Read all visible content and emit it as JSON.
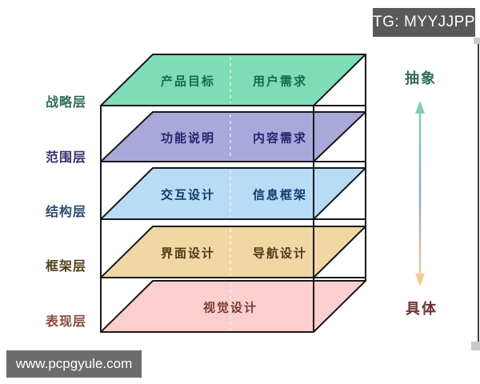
{
  "badge": {
    "text": "TG: MYYJJPP",
    "bg": "#58595b",
    "fg": "#ffffff"
  },
  "watermark": {
    "text": "www.pcpgyule.com",
    "bg": "#6b6b6b",
    "fg": "#ffffff"
  },
  "axis": {
    "top_label": "抽象",
    "top_color": "#2e6e55",
    "bottom_label": "具体",
    "bottom_color": "#6f3430",
    "arrow_gradient": [
      "#85ccab",
      "#8fa8d2",
      "#f4c997"
    ]
  },
  "diagram": {
    "outline_color": "#1a1a1a",
    "divider_color": "#ffffff",
    "layers": [
      {
        "side_label": "战略层",
        "side_label_color": "#2d6e55",
        "fill": "#7edcb7",
        "text_color": "#156a4e",
        "cells": [
          "产品目标",
          "用户需求"
        ]
      },
      {
        "side_label": "范围层",
        "side_label_color": "#33336e",
        "fill": "#a8a8db",
        "text_color": "#24246b",
        "cells": [
          "功能说明",
          "内容需求"
        ]
      },
      {
        "side_label": "结构层",
        "side_label_color": "#2b4a70",
        "fill": "#b9dcf6",
        "text_color": "#113a6d",
        "cells": [
          "交互设计",
          "信息框架"
        ]
      },
      {
        "side_label": "框架层",
        "side_label_color": "#53401c",
        "fill": "#f1d7a4",
        "text_color": "#4d3a15",
        "cells": [
          "界面设计",
          "导航设计"
        ]
      },
      {
        "side_label": "表现层",
        "side_label_color": "#8a4a42",
        "fill": "#facfcd",
        "text_color": "#7a3b34",
        "cells": [
          "视觉设计"
        ]
      }
    ]
  }
}
